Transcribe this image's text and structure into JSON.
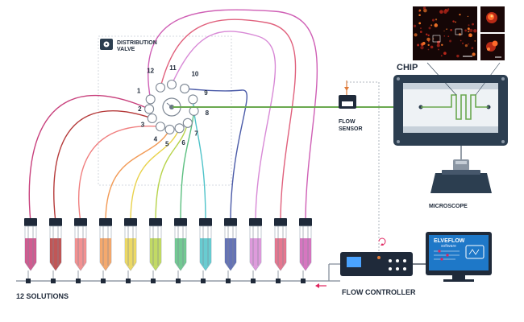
{
  "labels": {
    "valve_line1": "DISTRIBUTION",
    "valve_line2": "VALVE",
    "chip": "CHIP",
    "flow_sensor_line1": "FLOW",
    "flow_sensor_line2": "SENSOR",
    "microscope": "MICROSCOPE",
    "solutions": "12 SOLUTIONS",
    "flow_controller": "FLOW CONTROLLER",
    "software_title": "ELVEFLOW",
    "software_sub": "software"
  },
  "valve_ports": [
    "1",
    "2",
    "3",
    "4",
    "5",
    "6",
    "7",
    "8",
    "9",
    "10",
    "11",
    "12"
  ],
  "tube_colors": [
    "#c8407c",
    "#b53a3a",
    "#f07f7f",
    "#f29a55",
    "#e9d24b",
    "#b7d34a",
    "#5cbf80",
    "#4fc3c9",
    "#4a5aa8",
    "#d889d6",
    "#e0607c",
    "#cf5fb5"
  ],
  "colors": {
    "chip_channel": "#6aa84f",
    "frame_dark": "#2c3e50",
    "accent_blue": "#1e78c8"
  },
  "icons": {
    "valve": "distribution-valve-icon",
    "refresh": "refresh-icon",
    "arrow": "left-arrow-icon"
  }
}
